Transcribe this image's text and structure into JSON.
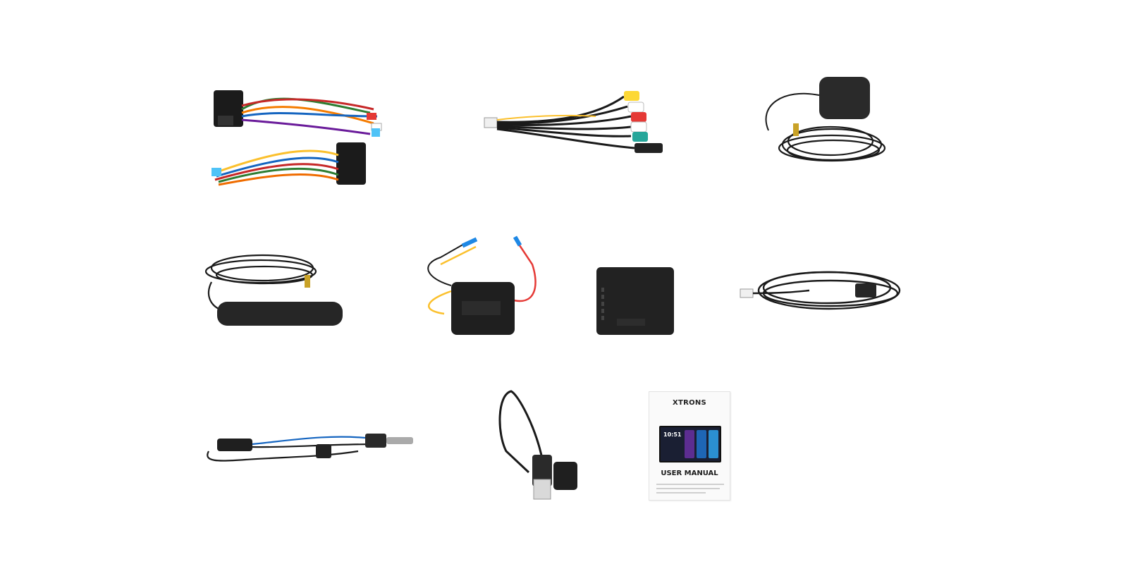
{
  "manual": {
    "brand": "XTRONS",
    "screen_time": "10:51",
    "title": "USER MANUAL"
  },
  "items": [
    {
      "name": "power-harness-with-iso-connectors"
    },
    {
      "name": "rca-av-output-cable"
    },
    {
      "name": "gps-antenna"
    },
    {
      "name": "dab-antenna"
    },
    {
      "name": "canbus-decoder-with-power-leads"
    },
    {
      "name": "canbus-box"
    },
    {
      "name": "usb-extension-cable"
    },
    {
      "name": "radio-antenna-adapter"
    },
    {
      "name": "usb-adapter-cable"
    },
    {
      "name": "user-manual-booklet"
    }
  ]
}
